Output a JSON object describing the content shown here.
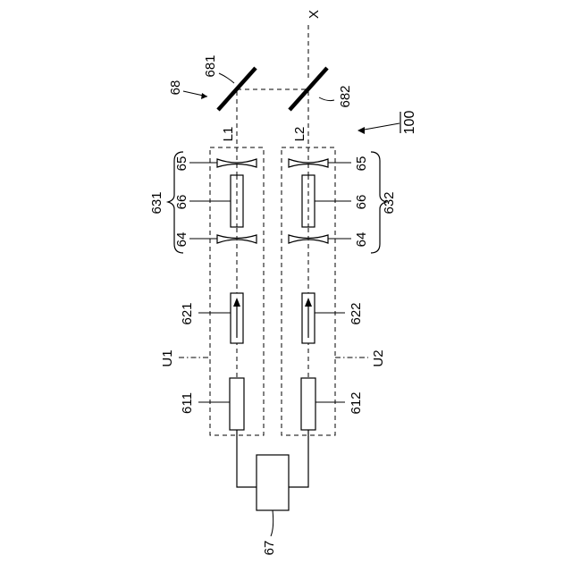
{
  "figure": {
    "ref_100": "100",
    "axis_x": "X",
    "splitter_group": "68",
    "mirror_1": "681",
    "mirror_2": "682",
    "path_1": "L1",
    "path_2": "L2",
    "unit_1": "U1",
    "unit_2": "U2",
    "resonator_1": "631",
    "resonator_2": "632",
    "lens_65_left": "65",
    "lens_65_right": "65",
    "crystal_66_left": "66",
    "crystal_66_right": "66",
    "lens_64_left": "64",
    "lens_64_right": "64",
    "isolator_1": "621",
    "isolator_2": "622",
    "source_1": "611",
    "source_2": "612",
    "controller": "67"
  }
}
